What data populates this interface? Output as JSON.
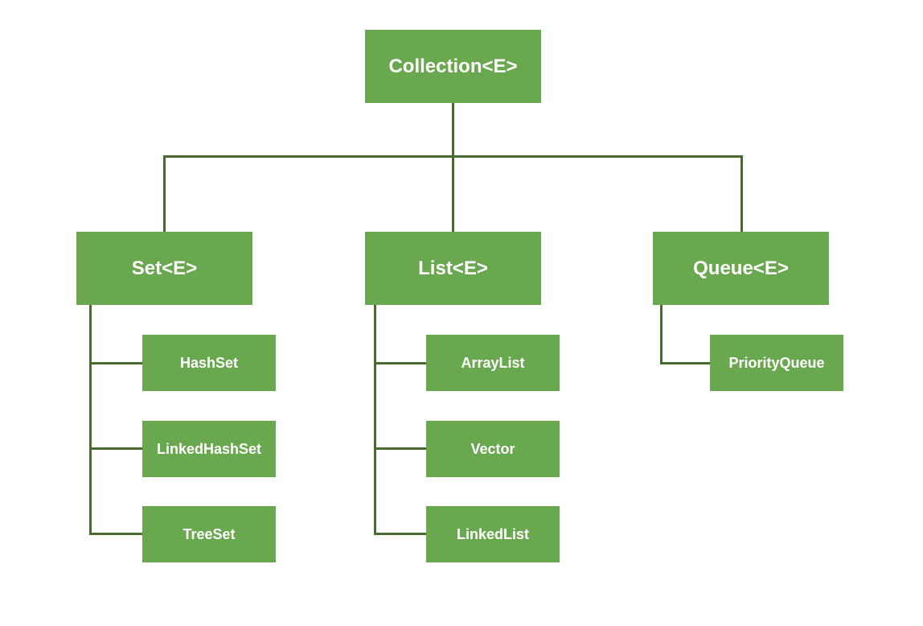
{
  "diagram": {
    "root": {
      "label": "Collection<E>"
    },
    "branches": [
      {
        "label": "Set<E>",
        "children": [
          "HashSet",
          "LinkedHashSet",
          "TreeSet"
        ]
      },
      {
        "label": "List<E>",
        "children": [
          "ArrayList",
          "Vector",
          "LinkedList"
        ]
      },
      {
        "label": "Queue<E>",
        "children": [
          "PriorityQueue"
        ]
      }
    ]
  },
  "colors": {
    "node_fill": "#6aa84f",
    "connector": "#476b2c",
    "text": "#ffffff",
    "background": "#ffffff"
  }
}
